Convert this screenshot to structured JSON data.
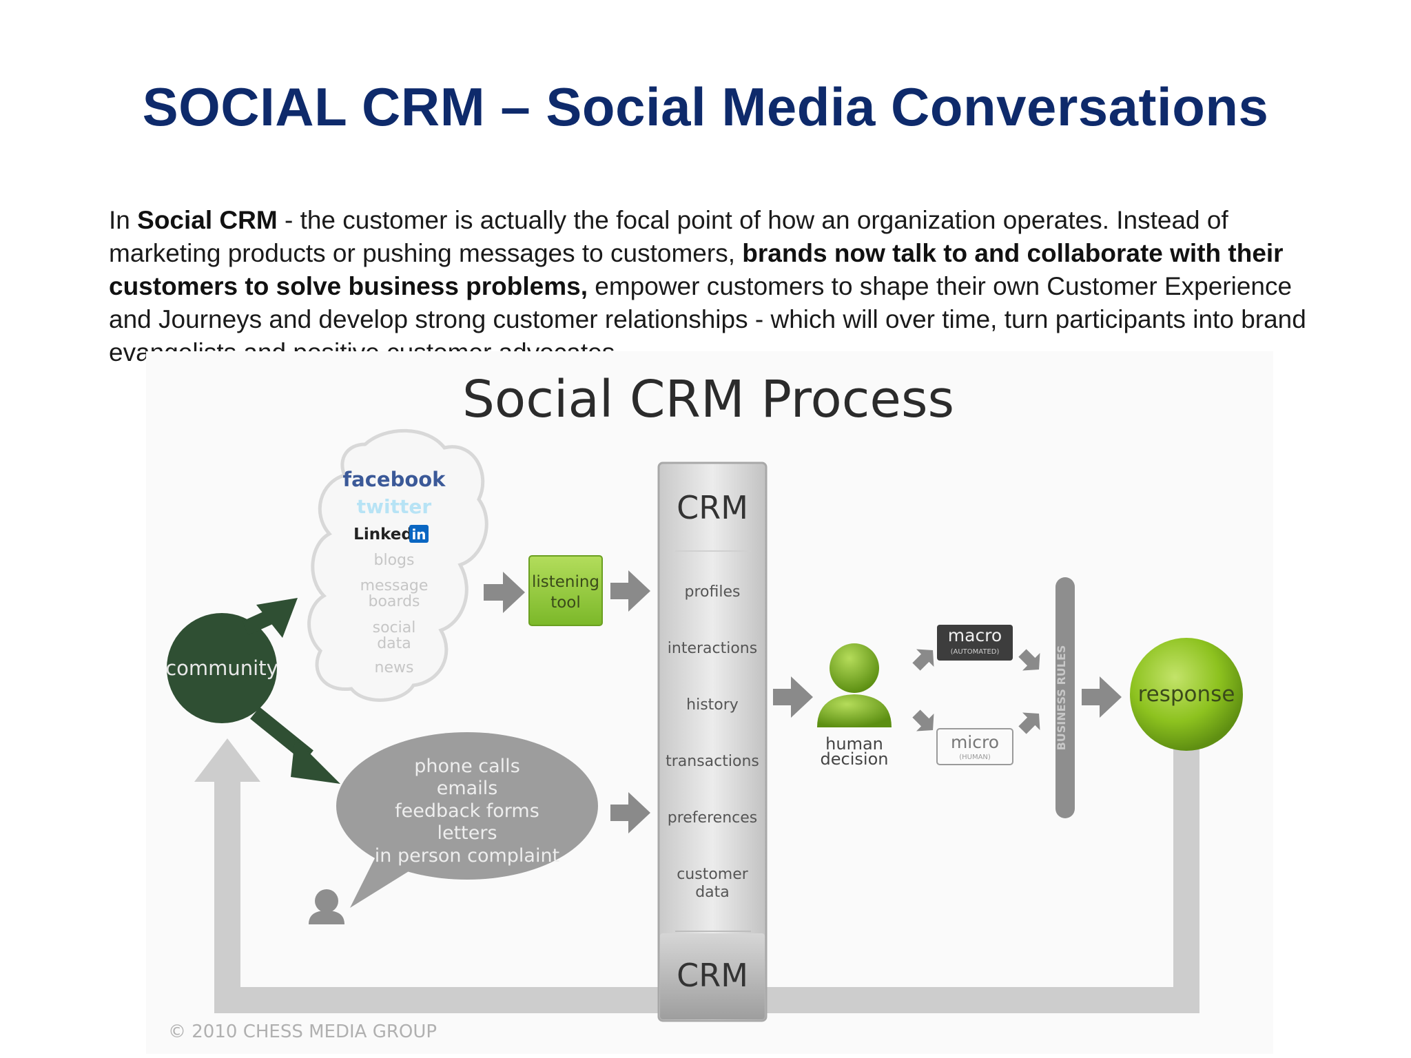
{
  "slide": {
    "title": "SOCIAL CRM – Social Media Conversations",
    "intro": {
      "p1": "In ",
      "b1": "Social CRM",
      "p2": " - the customer is actually the focal point of how an organization operates. Instead of marketing products or pushing messages to customers, ",
      "b2": "brands now talk to and collaborate with their customers to solve business problems,",
      "p3": " empower customers to shape their own Customer Experience and Journeys and develop strong customer relationships - which will over time, turn participants into brand evangelists and positive customer advocates....."
    }
  },
  "diagram": {
    "title": "Social CRM Process",
    "community": "community",
    "social_channels": [
      "facebook",
      "twitter",
      "Linked",
      "in",
      "blogs",
      "message",
      "boards",
      "social",
      "data",
      "news"
    ],
    "listening_tool": [
      "listening",
      "tool"
    ],
    "offline_channels": [
      "phone calls",
      "emails",
      "feedback forms",
      "letters",
      "in person complaint"
    ],
    "crm_header": "CRM",
    "crm_items": [
      "profiles",
      "interactions",
      "history",
      "transactions",
      "preferences",
      "customer",
      "data"
    ],
    "crm_footer": "CRM",
    "human_decision": [
      "human",
      "decision"
    ],
    "macro": "macro",
    "macro_sub": "(AUTOMATED)",
    "micro": "micro",
    "micro_sub": "(HUMAN)",
    "business_rules": "BUSINESS RULES",
    "response": "response",
    "copyright": "© 2010 CHESS MEDIA GROUP"
  },
  "colors": {
    "title_blue": "#0e2a6b",
    "community_green": "#2f4f33",
    "listening_green": "#8cc63f",
    "response_green": "#8dc21f",
    "arrow_gray": "#8a8a8a",
    "feedback_gray": "#c8c8c8"
  }
}
